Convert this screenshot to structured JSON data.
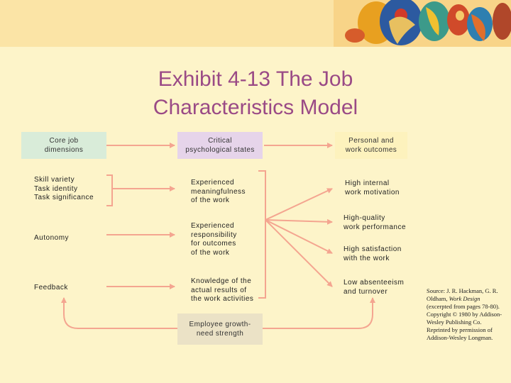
{
  "slide": {
    "title_line1": "Exhibit 4-13 The Job",
    "title_line2": "Characteristics Model",
    "background_color": "#fdf4c9",
    "title_color": "#9a4a86",
    "arrow_color": "#f4a590"
  },
  "headers": {
    "core": {
      "line1": "Core job",
      "line2": "dimensions",
      "color": "#d9ecd9"
    },
    "critical": {
      "line1": "Critical",
      "line2": "psychological states",
      "color": "#e6d4ea"
    },
    "outcomes": {
      "line1": "Personal and",
      "line2": "work outcomes",
      "color": "#fdf2bd"
    }
  },
  "dimensions": {
    "skill_group": [
      "Skill variety",
      "Task identity",
      "Task significance"
    ],
    "autonomy": "Autonomy",
    "feedback": "Feedback"
  },
  "states": {
    "meaningfulness": [
      "Experienced",
      "meaningfulness",
      "of the work"
    ],
    "responsibility": [
      "Experienced",
      "responsibility",
      "for outcomes",
      "of the work"
    ],
    "knowledge": [
      "Knowledge of the",
      "actual results of",
      "the work activities"
    ]
  },
  "outcomes": {
    "motivation": [
      "High internal",
      "work motivation"
    ],
    "performance": [
      "High-quality",
      "work performance"
    ],
    "satisfaction": [
      "High satisfaction",
      "with the work"
    ],
    "absenteeism": [
      "Low absenteeism",
      "and turnover"
    ]
  },
  "moderator": {
    "line1": "Employee growth-",
    "line2": "need strength",
    "color": "#ebe2c6"
  },
  "source": {
    "prefix": "Source: J. R. Hackman, G. R. Oldham,",
    "title": "Work Design",
    "rest": "(excerpted from pages 78-80). Copyright © 1980 by Addison-Wesley Publishing Co. Reprinted by permission of Addison-Wesley Longman."
  },
  "logo_icon": "figures-illustration-icon"
}
